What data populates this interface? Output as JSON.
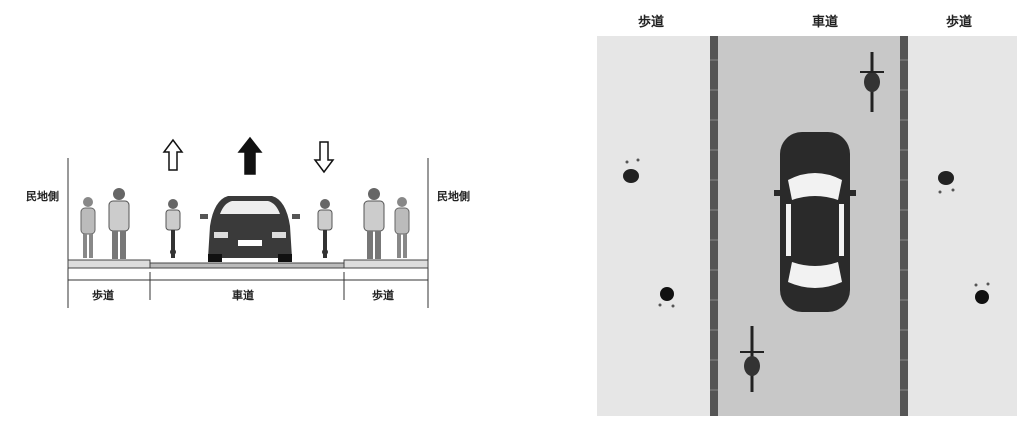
{
  "cross_section": {
    "label_left": "民地側",
    "label_right": "民地側",
    "sidewalk_left": "歩道",
    "roadway": "車道",
    "sidewalk_right": "歩道",
    "arrow_bike_left": "up",
    "arrow_car": "up",
    "arrow_bike_right": "down"
  },
  "plan_view": {
    "header_left": "歩道",
    "header_center": "車道",
    "header_right": "歩道"
  },
  "colors": {
    "sidewalk": "#e6e6e6",
    "roadway": "#c8c8c8",
    "curb": "#555555",
    "car": "#2a2a2a"
  }
}
